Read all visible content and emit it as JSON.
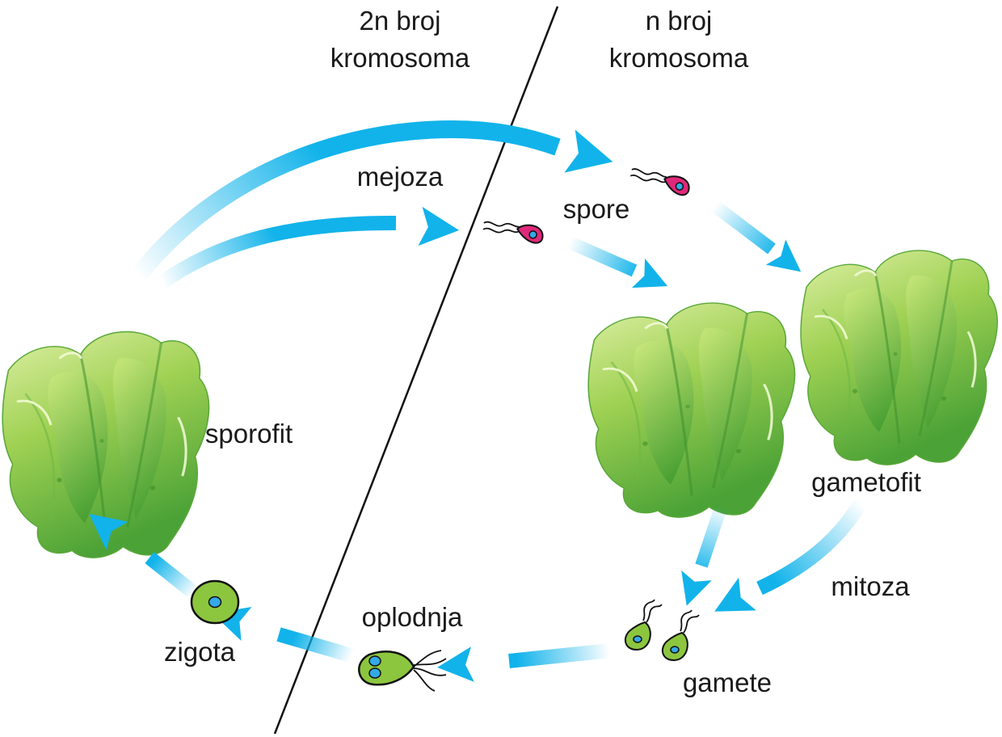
{
  "header": {
    "diploid_line1": "2n broj",
    "diploid_line2": "kromosoma",
    "haploid_line1": "n broj",
    "haploid_line2": "kromosoma"
  },
  "labels": {
    "meiosis": "mejoza",
    "spores": "spore",
    "sporophyte": "sporofit",
    "gametophyte": "gametofit",
    "mitosis": "mitoza",
    "gametes": "gamete",
    "fertilization": "oplodnja",
    "zygote": "zigota"
  },
  "colors": {
    "arrow": "#12b3ea",
    "spore": "#e0287a",
    "gamete": "#8cc63f",
    "nucleus": "#33a9e6",
    "plant_light": "#cfe989",
    "plant_mid": "#8cc63f",
    "plant_dark": "#3f9a2e",
    "divider": "#111111"
  },
  "icons": [
    "ulva-plant-icon",
    "spore-cell-icon",
    "gamete-cell-icon",
    "zygote-cell-icon",
    "arrow-icon"
  ]
}
